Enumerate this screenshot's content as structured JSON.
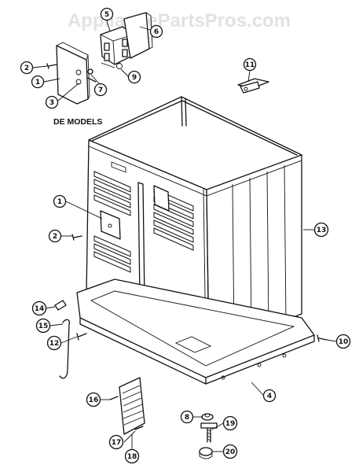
{
  "watermark": "AppliancePartsPros.com",
  "sublabel": "DE MODELS",
  "callouts": [
    {
      "id": "c-2-top",
      "label": "2"
    },
    {
      "id": "c-1-top",
      "label": "1"
    },
    {
      "id": "c-3",
      "label": "3"
    },
    {
      "id": "c-7",
      "label": "7"
    },
    {
      "id": "c-5",
      "label": "5"
    },
    {
      "id": "c-6",
      "label": "6"
    },
    {
      "id": "c-9",
      "label": "9"
    },
    {
      "id": "c-11",
      "label": "11"
    },
    {
      "id": "c-1-mid",
      "label": "1"
    },
    {
      "id": "c-2-mid",
      "label": "2"
    },
    {
      "id": "c-13",
      "label": "13"
    },
    {
      "id": "c-14",
      "label": "14"
    },
    {
      "id": "c-15",
      "label": "15"
    },
    {
      "id": "c-12",
      "label": "12"
    },
    {
      "id": "c-10",
      "label": "10"
    },
    {
      "id": "c-4",
      "label": "4"
    },
    {
      "id": "c-16",
      "label": "16"
    },
    {
      "id": "c-8",
      "label": "8"
    },
    {
      "id": "c-19",
      "label": "19"
    },
    {
      "id": "c-17",
      "label": "17"
    },
    {
      "id": "c-20",
      "label": "20"
    },
    {
      "id": "c-18",
      "label": "18"
    }
  ]
}
